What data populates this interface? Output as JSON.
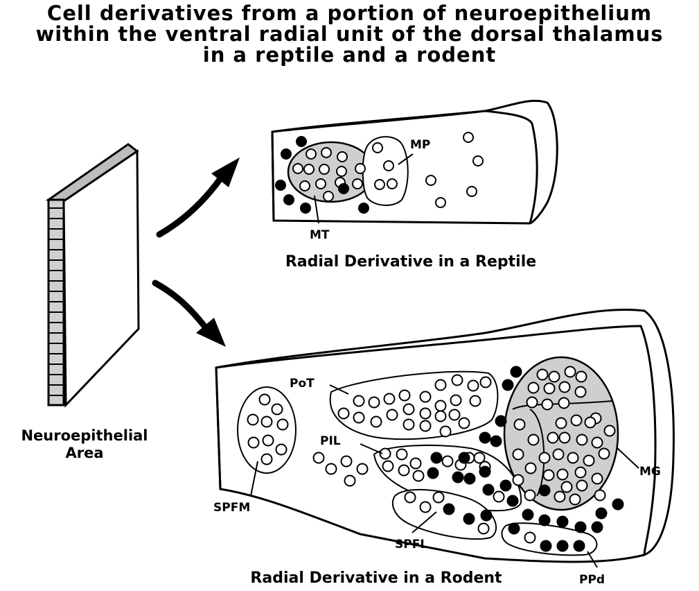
{
  "title_lines": [
    "Cell derivatives from a portion of neuroepithelium",
    "within the ventral radial unit of the dorsal thalamus",
    "in a reptile and a rodent"
  ],
  "neuroepithelium": {
    "label_line1": "Neuroepithelial",
    "label_line2": "Area"
  },
  "reptile": {
    "caption": "Radial Derivative in a Reptile",
    "labels": {
      "mp": "MP",
      "mt": "MT"
    }
  },
  "rodent": {
    "caption": "Radial Derivative in a Rodent",
    "labels": {
      "pot": "PoT",
      "pil": "PIL",
      "mg": "MG",
      "spfm": "SPFM",
      "spfl": "SPFL",
      "ppd": "PPd"
    }
  }
}
